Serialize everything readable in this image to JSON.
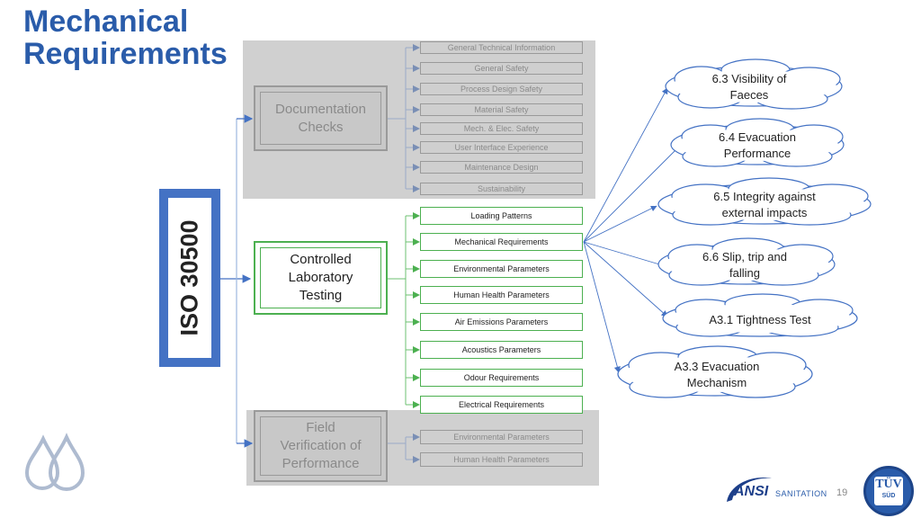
{
  "title": "Mechanical Requirements",
  "standard": "ISO 30500",
  "categories": {
    "documentation": "Documentation Checks",
    "laboratory": "Controlled Laboratory Testing",
    "field": "Field Verification of Performance"
  },
  "documentation_items": [
    "General Technical Information",
    "General Safety",
    "Process Design Safety",
    "Material Safety",
    "Mech. & Elec. Safety",
    "User Interface Experience",
    "Maintenance Design",
    "Sustainability"
  ],
  "laboratory_items": [
    "Loading Patterns",
    "Mechanical Requirements",
    "Environmental Parameters",
    "Human Health Parameters",
    "Air Emissions Parameters",
    "Acoustics Parameters",
    "Odour Requirements",
    "Electrical Requirements"
  ],
  "field_items": [
    "Environmental Parameters",
    "Human Health Parameters"
  ],
  "clouds": [
    "6.3 Visibility of Faeces",
    "6.4 Evacuation Performance",
    "6.5 Integrity against external impacts",
    "6.6 Slip, trip and falling",
    "A3.1 Tightness Test",
    "A3.3 Evacuation Mechanism"
  ],
  "footer": {
    "ansi": "ANSI",
    "sanitation": "SANITATION",
    "page_number": "19",
    "tuv": "TÜV",
    "sud": "SÜD"
  },
  "colors": {
    "title": "#2a5caa",
    "doc_border": "#9a9a9a",
    "lab_border": "#4cb050",
    "iso_border": "#4472c4",
    "arrow": "#4472c4"
  },
  "icons": [
    "water-drops-icon",
    "tuv-logo-icon",
    "ansi-logo-icon"
  ]
}
